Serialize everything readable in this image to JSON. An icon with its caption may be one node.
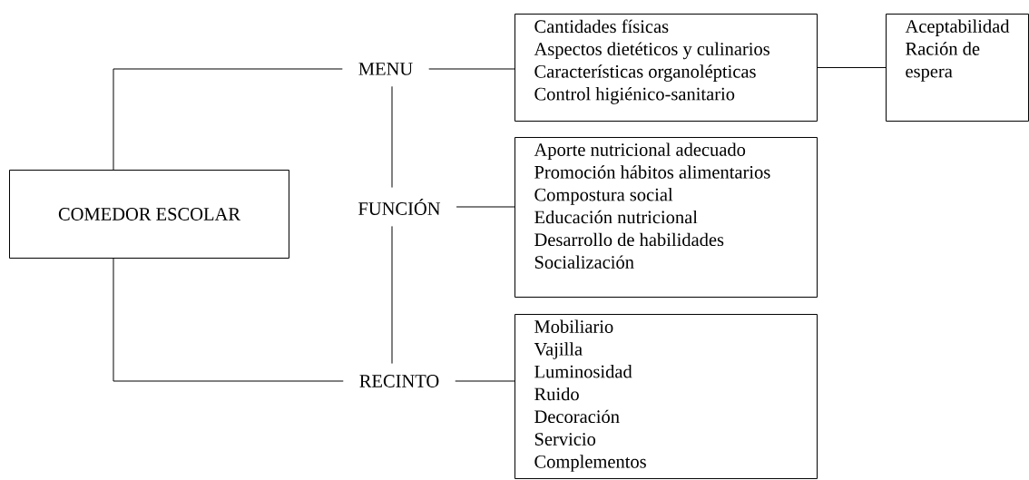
{
  "diagram": {
    "nodes": [
      {
        "text": [
          "COMEDOR ESCOLAR"
        ]
      },
      {
        "text": [
          "MENU"
        ]
      },
      {
        "text": [
          "FUNCIÓN"
        ]
      },
      {
        "text": [
          "RECINTO"
        ]
      },
      {
        "text": [
          "Cantidades físicas",
          "Aspectos dietéticos y culinarios",
          "Características organolépticas",
          "Control higiénico-sanitario"
        ]
      },
      {
        "text": [
          "Aceptabilidad",
          "Ración de espera"
        ]
      },
      {
        "text": [
          "Aporte nutricional adecuado",
          "Promoción hábitos alimentarios",
          "Compostura social",
          "Educación nutricional",
          "Desarrollo de habilidades",
          "Socialización"
        ]
      },
      {
        "text": [
          "Mobiliario",
          "Vajilla",
          "Luminosidad",
          "Ruido",
          "Decoración",
          "Servicio",
          "Complementos"
        ]
      }
    ],
    "edges": [
      {
        "from": 0,
        "to": 1,
        "arrow": "none"
      },
      {
        "from": 0,
        "to": 3,
        "arrow": "none"
      },
      {
        "from": 1,
        "to": 4,
        "arrow": "none"
      },
      {
        "from": 4,
        "to": 5,
        "arrow": "none"
      },
      {
        "from": 1,
        "to": 2,
        "arrow": "none"
      },
      {
        "from": 2,
        "to": 3,
        "arrow": "none"
      },
      {
        "from": 2,
        "to": 6,
        "arrow": "none"
      },
      {
        "from": 3,
        "to": 7,
        "arrow": "none"
      }
    ]
  }
}
